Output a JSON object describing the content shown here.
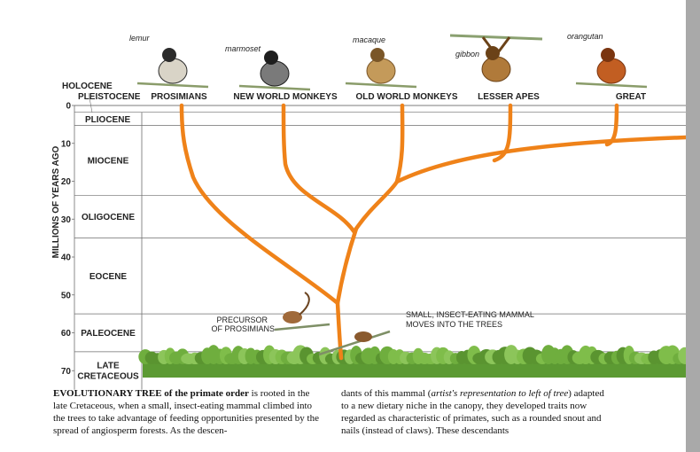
{
  "axis": {
    "label": "MILLIONS OF YEARS AGO",
    "ticks": [
      {
        "value": 0,
        "label": "0"
      },
      {
        "value": 10,
        "label": "10"
      },
      {
        "value": 20,
        "label": "20"
      },
      {
        "value": 30,
        "label": "30"
      },
      {
        "value": 40,
        "label": "40"
      },
      {
        "value": 50,
        "label": "50"
      },
      {
        "value": 60,
        "label": "60"
      },
      {
        "value": 70,
        "label": "70"
      }
    ]
  },
  "epochs": [
    {
      "name": "HOLOCENE",
      "line1": "HOLOCENE",
      "line2": "",
      "start": 0,
      "end": 0.01
    },
    {
      "name": "PLEISTOCENE",
      "line1": "PLEISTOCENE",
      "line2": "",
      "start": 0.01,
      "end": 1.8
    },
    {
      "name": "PLIOCENE",
      "line1": "PLIOCENE",
      "line2": "",
      "start": 1.8,
      "end": 5.3
    },
    {
      "name": "MIOCENE",
      "line1": "MIOCENE",
      "line2": "",
      "start": 5.3,
      "end": 23.7
    },
    {
      "name": "OLIGOCENE",
      "line1": "OLIGOCENE",
      "line2": "",
      "start": 23.7,
      "end": 35
    },
    {
      "name": "EOCENE",
      "line1": "EOCENE",
      "line2": "",
      "start": 35,
      "end": 55
    },
    {
      "name": "PALEOCENE",
      "line1": "PALEOCENE",
      "line2": "",
      "start": 55,
      "end": 65
    },
    {
      "name": "LATE CRETACEOUS",
      "line1": "LATE",
      "line2": "CRETACEOUS",
      "start": 65,
      "end": 75
    }
  ],
  "groups": [
    "PROSIMIANS",
    "NEW WORLD MONKEYS",
    "OLD WORLD MONKEYS",
    "LESSER APES",
    "GREAT"
  ],
  "animals": [
    "lemur",
    "marmoset",
    "macaque",
    "gibbon",
    "orangutan"
  ],
  "annotations": {
    "precursor": [
      "PRECURSOR",
      "OF PROSIMIANS"
    ],
    "mammal": [
      "SMALL, INSECT-EATING MAMMAL",
      "MOVES INTO THE TREES"
    ]
  },
  "caption": {
    "left_bold": "EVOLUTIONARY TREE of the primate order",
    "left_text": " is rooted in the late Cretaceous, when a small, insect-eating mammal climbed into the trees to take advantage of feeding opportunities presented by the spread of angiosperm forests. As the descen-",
    "right_pre": "dants of this mammal (",
    "right_italic": "artist's representation to left of tree",
    "right_post": ") adapted to a new dietary niche in the canopy, they developed traits now regarded as characteristic of primates, such as a rounded snout and nails (instead of claws). These descendants"
  },
  "colors": {
    "branch": "#ef8219",
    "grid": "#6e6e6e",
    "forest": "#6ea83d",
    "sidebar": "#a9a9a9"
  }
}
